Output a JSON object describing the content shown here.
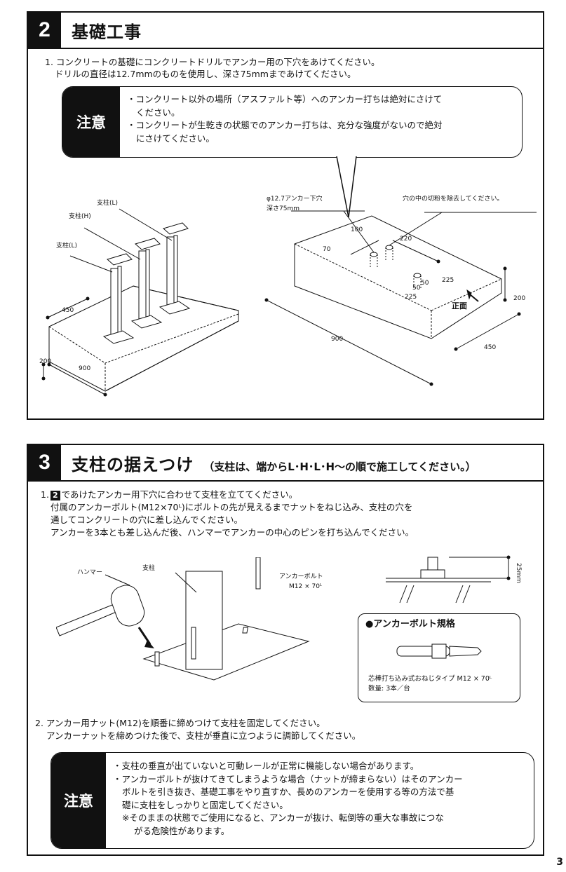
{
  "section2": {
    "number": "2",
    "title": "基礎工事",
    "instruction": {
      "line1": "1. コンクリートの基礎にコンクリートドリルでアンカー用の下穴をあけてください。",
      "line2": "ドリルの直径は12.7mmのものを使用し、深さ75mmまであけてください。"
    },
    "caution": {
      "label": "注意",
      "line1": "・コンクリート以外の場所（アスファルト等）へのアンカー打ちは絶対にさけて",
      "line2": "ください。",
      "line3": "・コンクリートが生乾きの状態でのアンカー打ちは、充分な強度がないので絶対",
      "line4": "にさけてください。"
    },
    "left_fig": {
      "post_l_top": "支柱(L)",
      "post_h": "支柱(H)",
      "post_l": "支柱(L)",
      "dim_450": "450",
      "dim_900": "900",
      "dim_200": "200"
    },
    "right_fig": {
      "hole_label1": "φ12.7アンカー下穴",
      "hole_label2": "深さ75mm",
      "debris": "穴の中の切粉を除去してください。",
      "d100": "100",
      "d220": "220",
      "d70": "70",
      "d50a": "50",
      "d50b": "50",
      "d225a": "225",
      "d225b": "225",
      "d200": "200",
      "front": "正面",
      "d900": "900",
      "d450": "450"
    }
  },
  "section3": {
    "number": "3",
    "title": "支柱の据えつけ",
    "subtitle": "（支柱は、端からL･H･L･H〜の順で施工してください。）",
    "instruction1": {
      "prefix": "1.",
      "badge": "2",
      "line1": "であけたアンカー用下穴に合わせて支柱を立ててください。",
      "line2": "付属のアンカーボルト(M12×70ᴸ)にボルトの先が見えるまでナットをねじ込み、支柱の穴を",
      "line3": "通してコンクリートの穴に差し込んでください。",
      "line4": "アンカーを3本とも差し込んだ後、ハンマーでアンカーの中心のピンを打ち込んでください。"
    },
    "fig": {
      "hammer": "ハンマー",
      "post": "支柱",
      "bolt1": "アンカーボルト",
      "bolt2": "M12 × 70ᴸ",
      "dim_25": "25mm"
    },
    "spec": {
      "title": "●アンカーボルト規格",
      "line1": "芯棒打ち込み式おねじタイプ M12 × 70ᴸ",
      "line2": "数量: 3本／台"
    },
    "instruction2": {
      "line1": "2. アンカー用ナット(M12)を順番に締めつけて支柱を固定してください。",
      "line2": "アンカーナットを締めつけた後で、支柱が垂直に立つように調節してください。"
    },
    "caution": {
      "label": "注意",
      "line1": "・支柱の垂直が出ていないと可動レールが正常に機能しない場合があります。",
      "line2": "・アンカーボルトが抜けてきてしまうような場合（ナットが締まらない）はそのアンカー",
      "line3": "ボルトを引き抜き、基礎工事をやり直すか、長めのアンカーを使用する等の方法で基",
      "line4": "礎に支柱をしっかりと固定してください。",
      "line5": "※そのままの状態でご使用になると、アンカーが抜け、転倒等の重大な事故につな",
      "line6": "がる危険性があります。"
    }
  },
  "page_number": "3"
}
